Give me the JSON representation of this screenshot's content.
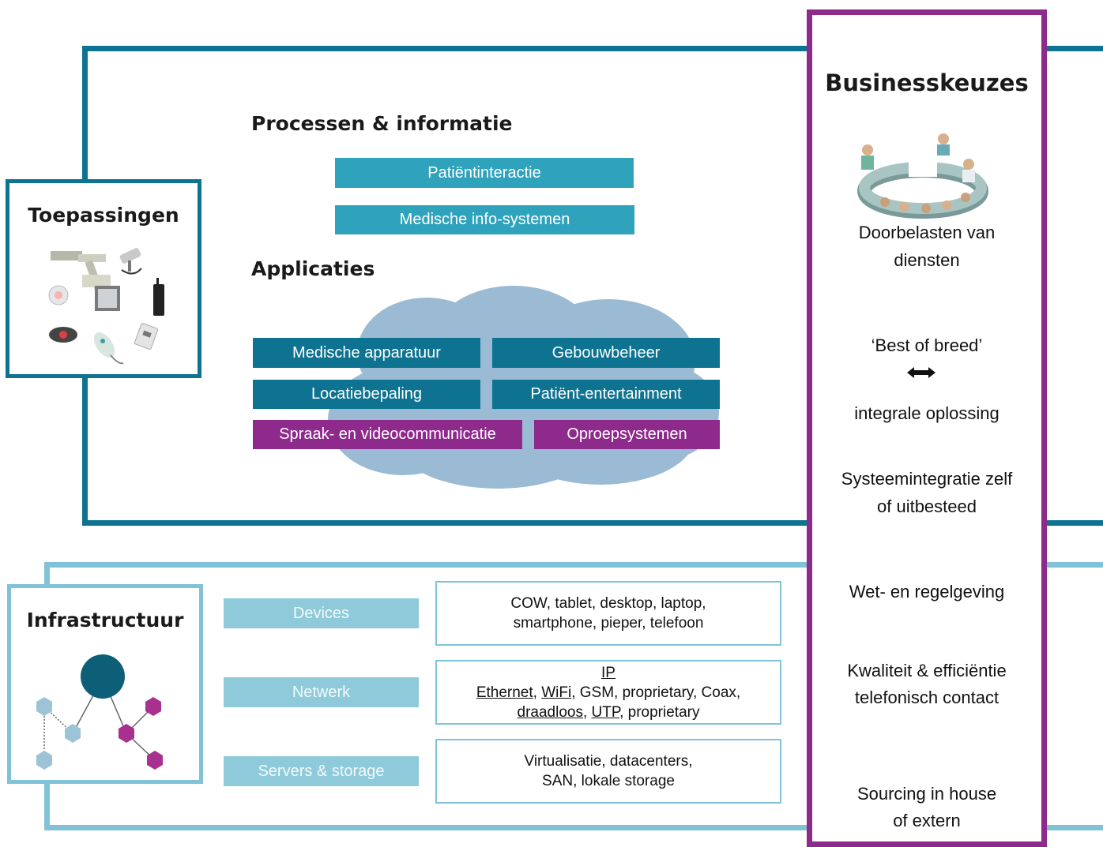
{
  "applications_section": {
    "title": "Toepassingen",
    "heading_processes": "Processen & informatie",
    "process_bars": [
      "Patiëntinteractie",
      "Medische info-systemen"
    ],
    "heading_apps": "Applicaties",
    "app_bars": [
      "Medische apparatuur",
      "Gebouwbeheer",
      "Locatiebepaling",
      "Patiënt-entertainment",
      "Spraak- en videocommunicatie",
      "Oproepsystemen"
    ]
  },
  "infrastructure_section": {
    "title": "Infrastructuur",
    "layers": [
      {
        "label": "Devices",
        "lines": [
          "COW, tablet, desktop, laptop,",
          "smartphone, pieper, telefoon"
        ]
      },
      {
        "label": "Netwerk",
        "line1": "IP",
        "line2": [
          "Ethernet",
          ", ",
          "WiFi",
          ", GSM, proprietary, Coax,"
        ],
        "line3": [
          "draadloos,",
          " ",
          "UTP,",
          " proprietary"
        ]
      },
      {
        "label": "Servers & storage",
        "lines": [
          "Virtualisatie, datacenters,",
          "SAN, lokale storage"
        ]
      }
    ]
  },
  "business": {
    "title": "Businesskeuzes",
    "items": [
      "Doorbelasten van",
      "diensten",
      "‘Best of breed’",
      "integrale oplossing",
      "Systeemintegratie zelf",
      "of uitbesteed",
      "Wet- en regelgeving",
      "Kwaliteit & efficiëntie",
      "telefonisch contact",
      "Sourcing in house",
      "of extern"
    ]
  },
  "colors": {
    "teal": "#0e7391",
    "teal_light": "#2fa3bc",
    "infra_blue": "#80c3d8",
    "purple": "#8d2a8b",
    "cloud": "#9bbbd4"
  }
}
